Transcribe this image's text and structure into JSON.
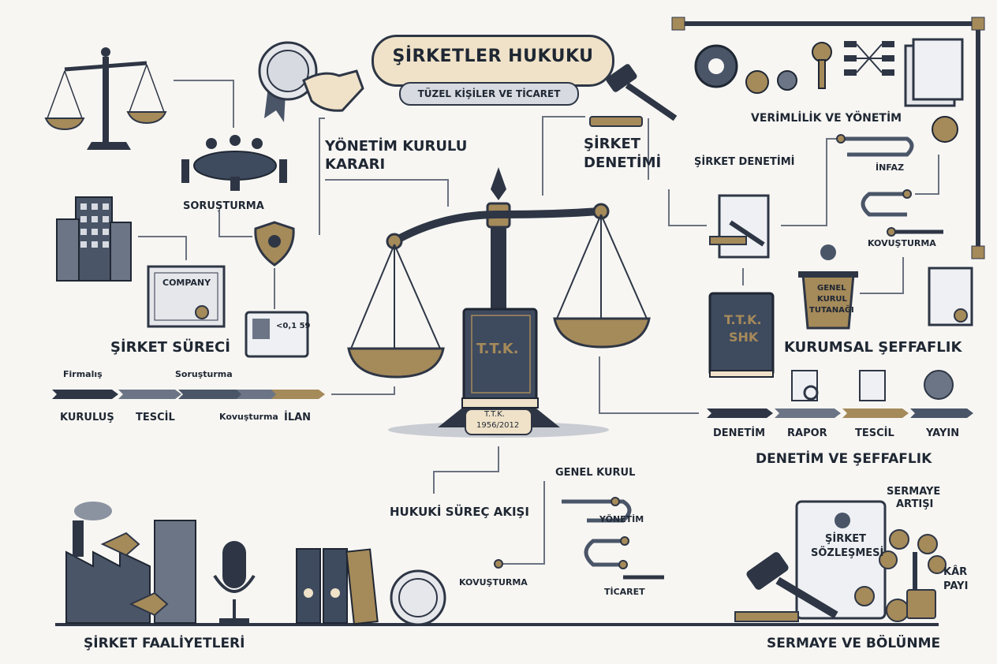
{
  "header": {
    "title": "ŞİRKETLER HUKUKU",
    "subtitle": "TÜZEL KİŞİLER VE TİCARET"
  },
  "left": {
    "board_decision": [
      "YÖNETİM KURULU",
      "KARARI"
    ],
    "investigation_label": "SORUŞTURMA",
    "company_certificate": "COMPANY",
    "id_card_text": "<0,1 59",
    "process_title": "ŞİRKET SÜRECİ",
    "timeline_top": [
      "Firmalış",
      "Soruşturma"
    ],
    "timeline_bottom": [
      "KURULUŞ",
      "TESCİL",
      "Kovuşturma",
      "İLAN"
    ]
  },
  "center": {
    "book_label": "T.T.K.",
    "plaque": [
      "T.T.K.",
      "1956/2012"
    ],
    "audit_title": [
      "ŞİRKET",
      "DENETİMİ"
    ],
    "flow_title": "HUKUKİ SÜREÇ AKIŞI",
    "flow_steps": [
      "GENEL KURUL",
      "YÖNETİM",
      "KOVUŞTURMA",
      "TİCARET"
    ]
  },
  "right": {
    "efficiency_title": "VERİMLİLİK VE YÖNETİM",
    "audit_small": "ŞİRKET DENETİMİ",
    "execution": "İNFAZ",
    "prosecution": "KOVUŞTURMA",
    "book_label": [
      "T.T.K.",
      "SHK"
    ],
    "podium_label": [
      "GENEL",
      "KURUL",
      "TUTANAĞI"
    ],
    "transparency_title": "KURUMSAL ŞEFFAFLIK",
    "steps": [
      "DENETİM",
      "RAPOR",
      "TESCİL",
      "YAYIN"
    ],
    "steps_title": "DENETİM VE ŞEFFAFLIK"
  },
  "bottom": {
    "activities_title": "ŞİRKET FAALİYETLERİ",
    "contract": [
      "ŞİRKET",
      "SÖZLEŞMESİ"
    ],
    "capital_increase": [
      "SERMAYE",
      "ARTIŞI"
    ],
    "dividend": [
      "KÂR",
      "PAYI"
    ],
    "capital_title": "SERMAYE VE BÖLÜNME"
  },
  "colors": {
    "navy": "#2e3645",
    "slate": "#4a5568",
    "gold": "#a58a5a",
    "beige": "#efe2c8",
    "light": "#d7dbe1"
  }
}
